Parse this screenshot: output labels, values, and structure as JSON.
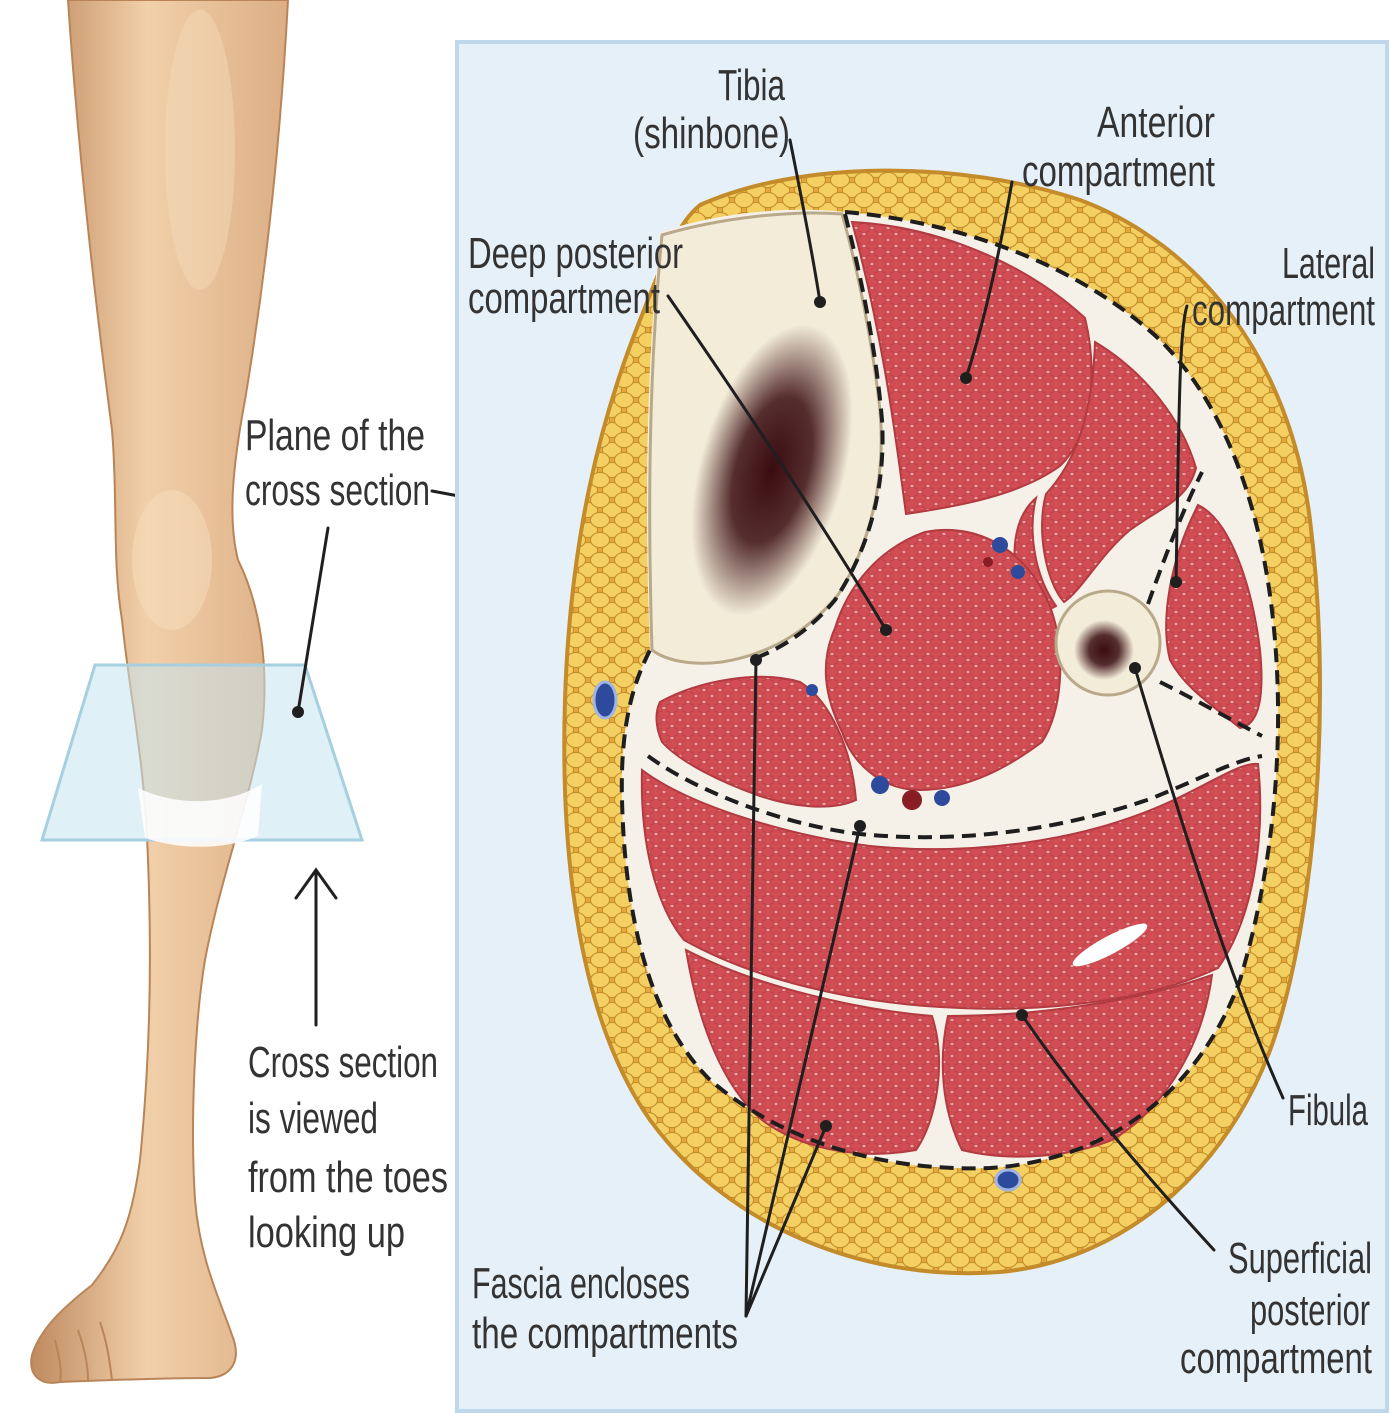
{
  "diagram": {
    "leg_view": {
      "plane_label": [
        "Plane of the",
        "cross section"
      ],
      "viewing_note": [
        "Cross section",
        "is viewed",
        "from the toes",
        "looking up"
      ]
    },
    "cross_section": {
      "tibia": [
        "Tibia",
        "(shinbone)"
      ],
      "anterior_compartment": [
        "Anterior",
        "compartment"
      ],
      "deep_posterior_compartment": [
        "Deep posterior",
        "compartment"
      ],
      "lateral_compartment": [
        "Lateral",
        "compartment"
      ],
      "fibula": [
        "Fibula"
      ],
      "superficial_posterior_compartment": [
        "Superficial",
        "posterior",
        "compartment"
      ],
      "fascia": [
        "Fascia encloses",
        "the compartments"
      ]
    }
  },
  "colors": {
    "skin_light": "#f1d0a9",
    "skin_mid": "#dcae85",
    "skin_dark": "#bf8a5f",
    "muscle": "#d24c54",
    "muscle_fiber": "#efa2a2",
    "muscle_line": "#b23a41",
    "fat": "#f4d062",
    "fat_dark": "#e3a93b",
    "fat_line": "#c48b2a",
    "bone": "#f3ecd9",
    "bone_edge": "#b9a98b",
    "marrow": "#3a0c10",
    "inner_tissue": "#f6f1e8",
    "panel_bg": "#e6f0f8",
    "panel_border": "#bed7ea",
    "plane": "#c6e3f0",
    "label_text": "#333333",
    "leader_line": "#1f1f1f",
    "vein": "#2e4a9c",
    "artery": "#8a1c24"
  }
}
